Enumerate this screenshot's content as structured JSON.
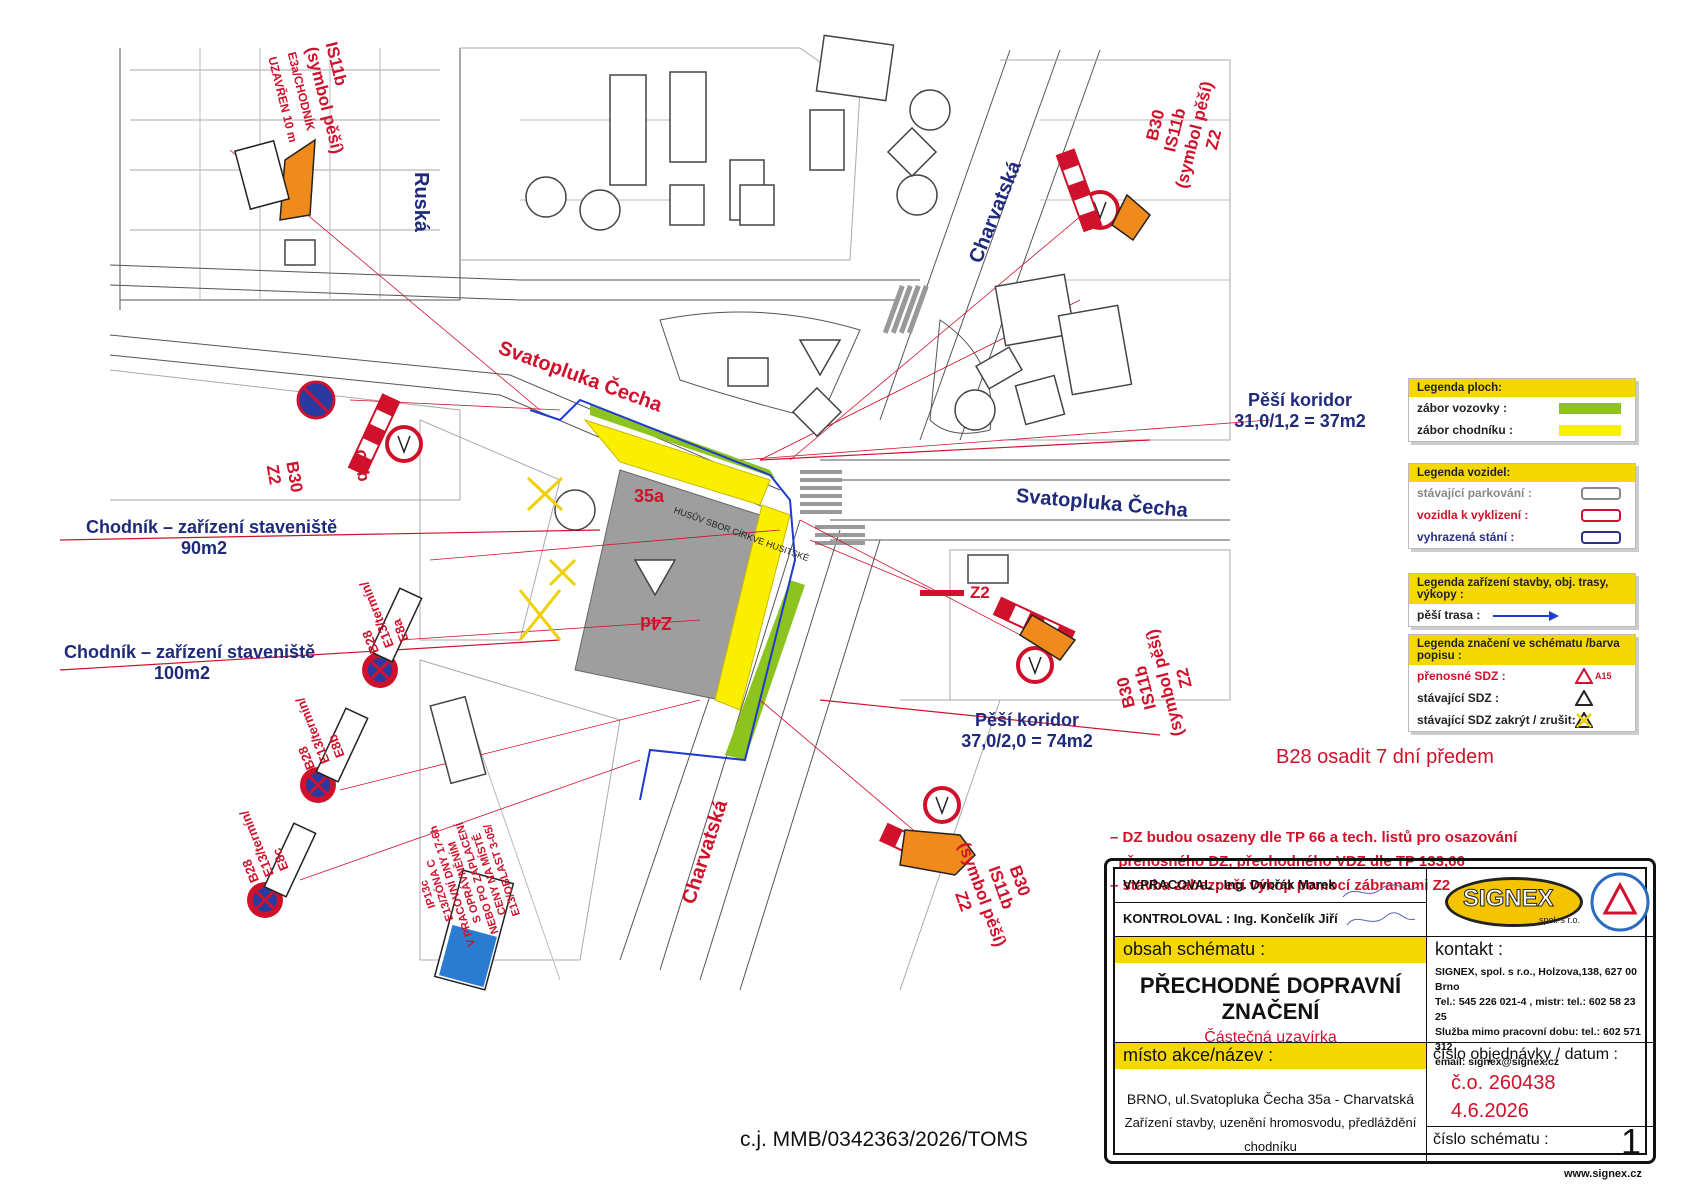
{
  "streets": {
    "ruska": "Ruská",
    "charvatska_top": "Charvatská",
    "svatopluka_top": "Svatopluka Čecha",
    "svatopluka_right": "Svatopluka Čecha",
    "charvatska_bottom": "Charvatská"
  },
  "building": {
    "number": "35a",
    "dz": "Z4d",
    "name": "HUSŮV SBOR CÍRKVE HUSITSKÉ"
  },
  "callouts": {
    "chodnik90": {
      "line1": "Chodník – zařízení staveniště",
      "line2": "90m2"
    },
    "chodnik100": {
      "line1": "Chodník – zařízení staveniště",
      "line2": "100m2"
    },
    "koridor37": {
      "line1": "Pěší koridor",
      "line2": "31,0/1,2 = 37m2"
    },
    "koridor74": {
      "line1": "Pěší koridor",
      "line2": "37,0/2,0 = 74m2"
    }
  },
  "sdz_labels": {
    "top_left": [
      "IS11b",
      "(symbol pěší)",
      "E3a/CHODNÍK",
      "UZAVŘEN 10 m"
    ],
    "top_right": [
      "B30",
      "IS11b",
      "(symbol pěší)",
      "Z2"
    ],
    "left_b30": [
      "C8b",
      "B30",
      "Z2"
    ],
    "mid_right": [
      "Z2"
    ],
    "right_sym": [
      "B30",
      "IS11b",
      "(symbol pěší)",
      "Z2"
    ],
    "bottom_right": [
      "B30",
      "IS11b",
      "(symbol pěší)",
      "Z2"
    ],
    "b28a": [
      "B28",
      "E13/termín/",
      "E8a"
    ],
    "b28b": [
      "B28",
      "E13/termín/",
      "E8b"
    ],
    "b28c": [
      "B28",
      "E13/termín/",
      "E8c"
    ],
    "ip13c": [
      "IP13c",
      "E13/ZÓNA C",
      "V PRACOVNÍ DNY 17-6h",
      "S OPRÁVNĚNÍM",
      "NEBO PO ZAPLACENÍ",
      "CENY NA MÍSTĚ",
      "E13/OBLAST 3-05/"
    ]
  },
  "legend": {
    "plochy": {
      "title": "Legenda ploch:",
      "items": [
        {
          "label": "zábor vozovky :",
          "color": "#8dc31f"
        },
        {
          "label": "zábor chodníku :",
          "color": "#fbef00"
        }
      ]
    },
    "vozidla": {
      "title": "Legenda vozidel:",
      "items": [
        {
          "label": "stávající parkování :",
          "color": "#888888"
        },
        {
          "label": "vozidla k vyklizení :",
          "color": "#d0112b"
        },
        {
          "label": "vyhrazená stání :",
          "color": "#2a2f8a"
        }
      ]
    },
    "zarizeni": {
      "title": "Legenda zařízení stavby, obj. trasy, výkopy :",
      "items": [
        {
          "label": "pěší trasa :",
          "color": "#1e3ad0"
        }
      ]
    },
    "znaceni": {
      "title": "Legenda značení ve schématu /barva popisu :",
      "items": [
        {
          "label": "přenosné SDZ :",
          "color": "#d0112b",
          "icon": "A15"
        },
        {
          "label": "stávající SDZ :",
          "color": "#222222"
        },
        {
          "label": "stávající SDZ zakrýt / zrušit:",
          "color": "#222222"
        }
      ]
    }
  },
  "notes": {
    "b28": "B28 osadit 7 dní předem",
    "lines": [
      "– DZ budou osazeny dle TP 66 a tech. listů pro osazování",
      "  přenosného DZ, přechodného VDZ dle TP 133,66",
      "– stavba zabezpečí výkop pomocí zábranami Z2"
    ]
  },
  "reference": "c.j. MMB/0342363/2026/TOMS",
  "titleblock": {
    "vypracoval": "VYPRACOVAL : Ing. Dvořák Marek",
    "kontroloval": "KONTROLOVAL : Ing. Končelík Jiří",
    "obsah_label": "obsah schématu :",
    "obsah_title": "PŘECHODNÉ DOPRAVNÍ ZNAČENÍ",
    "obsah_sub": "Částečná uzavírka",
    "kontakt_label": "kontakt :",
    "kontakt_lines": [
      "SIGNEX, spol. s r.o., Holzova,138, 627 00 Brno",
      "Tel.: 545 226 021-4 , mistr: tel.: 602 58 23 25",
      "Služba mimo pracovní dobu: tel.: 602 571 312",
      "email: signex@signex.cz"
    ],
    "misto_label": "místo akce/název :",
    "misto_line1": "BRNO, ul.Svatopluka Čecha 35a - Charvatská",
    "misto_line2": "Zařízení stavby, uzenění hromosvodu, předláždění chodníku",
    "objednavka_label": "číslo objednávky / datum :",
    "objednavka_cislo": "č.o. 260438",
    "objednavka_datum": "4.6.2026",
    "schema_label": "číslo schématu :",
    "schema_cislo": "1",
    "logo_text": "SIGNEX",
    "logo_sub": "spol. s r.o.",
    "web": "www.signex.cz"
  },
  "colors": {
    "zabor_vozovky": "#8dc31f",
    "zabor_chodniku": "#fbef00",
    "red": "#d0112b",
    "navy": "#1f2a7a",
    "route": "#1e3ad0",
    "building": "#9e9e9e"
  }
}
